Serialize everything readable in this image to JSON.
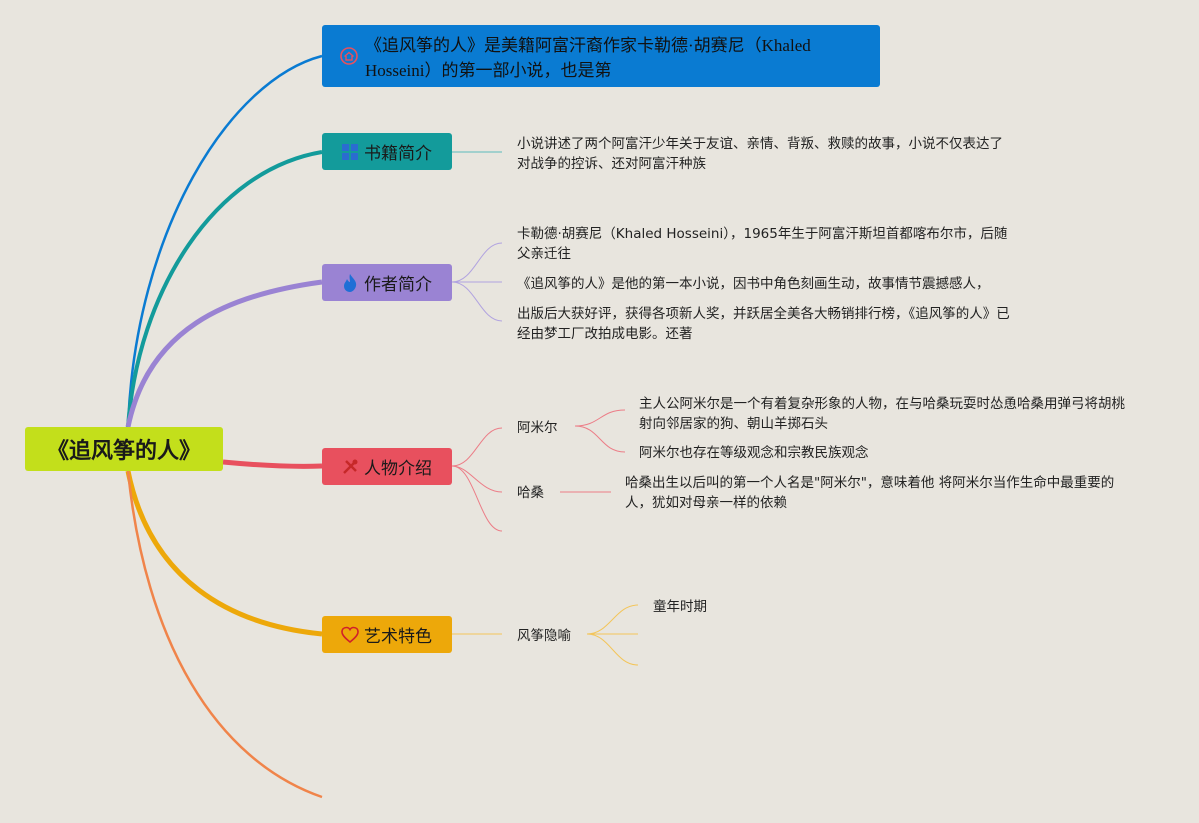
{
  "root": {
    "title": "《追风筝的人》"
  },
  "intro": {
    "text": "《追风筝的人》是美籍阿富汗裔作家卡勒德·胡赛尼（Khaled Hosseini）的第一部小说，也是第",
    "icon": "home-icon"
  },
  "book": {
    "label": "书籍简介",
    "icon": "grid-icon",
    "color": "#139b9b",
    "summary": "小说讲述了两个阿富汗少年关于友谊、亲情、背叛、救赎的故事，小说不仅表达了对战争的控诉、还对阿富汗种族"
  },
  "author": {
    "label": "作者简介",
    "icon": "flame-icon",
    "color": "#9a83d3",
    "items": [
      "卡勒德·胡赛尼（Khaled Hosseini），1965年生于阿富汗斯坦首都喀布尔市，后随父亲迁往",
      "《追风筝的人》是他的第一本小说，因书中角色刻画生动，故事情节震撼感人，",
      "出版后大获好评，获得各项新人奖，并跃居全美各大畅销排行榜，《追风筝的人》已经由梦工厂改拍成电影。还著"
    ]
  },
  "characters": {
    "label": "人物介绍",
    "icon": "tools-icon",
    "color": "#e8505e",
    "amir": {
      "name": "阿米尔",
      "details": [
        "主人公阿米尔是一个有着复杂形象的人物，在与哈桑玩耍时怂恿哈桑用弹弓将胡桃射向邻居家的狗、朝山羊掷石头",
        "阿米尔也存在等级观念和宗教民族观念"
      ]
    },
    "hassan": {
      "name": "哈桑",
      "detail": "哈桑出生以后叫的第一个人名是\"阿米尔\"，意味着他 将阿米尔当作生命中最重要的人，犹如对母亲一样的依赖"
    }
  },
  "art": {
    "label": "艺术特色",
    "icon": "heart-icon",
    "color": "#eda80a",
    "kite": {
      "label": "风筝隐喻",
      "children": [
        "童年时期"
      ]
    }
  },
  "colors": {
    "background": "#e8e5de",
    "root": "#c3df1b",
    "intro": "#0a7bd2",
    "extra": "#f0844a"
  }
}
